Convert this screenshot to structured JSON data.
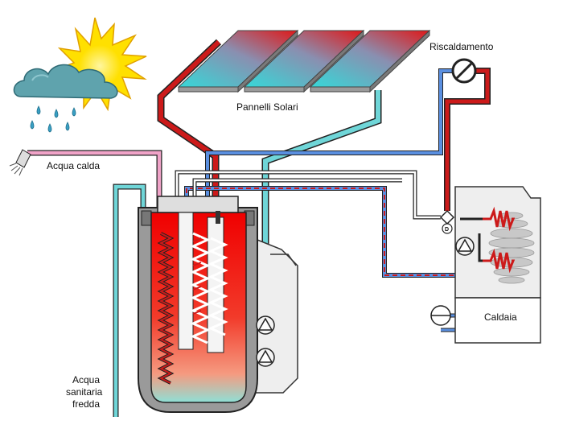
{
  "labels": {
    "panels": "Pannelli Solari",
    "heating": "Riscaldamento",
    "hot_water": "Acqua calda",
    "boiler": "Caldaia",
    "cold_water_line1": "Acqua",
    "cold_water_line2": "sanitaria",
    "cold_water_line3": "fredda",
    "valve_letter": "D"
  },
  "colors": {
    "hot_pipe": "#cc1a1a",
    "cold_pipe": "#6fd6d8",
    "heating_return": "#5a8fe0",
    "hot_water_pipe": "#f0a3c8",
    "tank_shell": "#9a9a9a",
    "boiler_body": "#eeeeee",
    "sun": "#ffe000",
    "cloud": "#5fa3ad",
    "rain": "#3aa0c4"
  },
  "icons": [
    "sun-icon",
    "cloud-icon",
    "rain-icon",
    "shower-head-icon",
    "pump-icon",
    "mixing-valve-icon",
    "expansion-vessel-icon",
    "thermostat-dial-icon"
  ]
}
